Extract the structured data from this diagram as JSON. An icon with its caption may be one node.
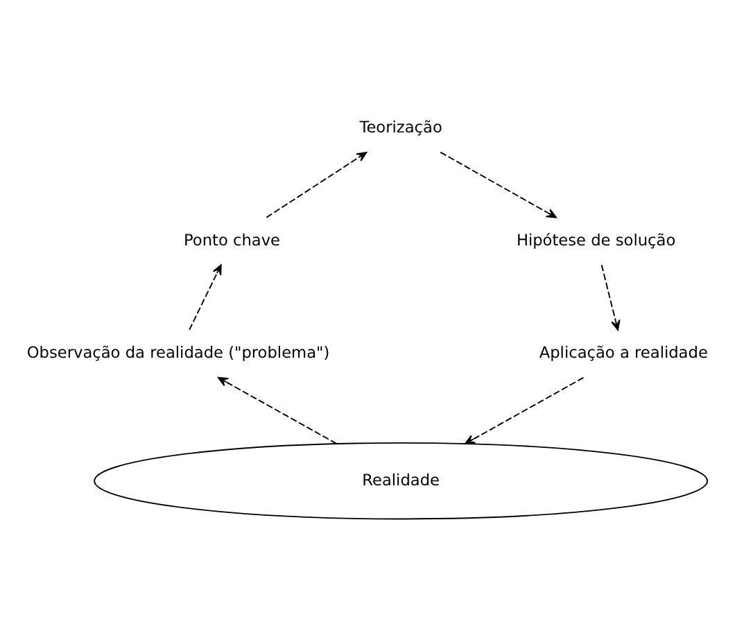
{
  "diagram": {
    "nodes": [
      {
        "text": [
          "Realidade"
        ]
      },
      {
        "text": [
          "Observação da realidade (\"problema\")"
        ]
      },
      {
        "text": [
          "Ponto chave"
        ]
      },
      {
        "text": [
          "Teorização"
        ]
      },
      {
        "text": [
          "Hipótese de solução"
        ]
      },
      {
        "text": [
          "Aplicação a realidade"
        ]
      }
    ],
    "edges": [
      {
        "from": 0,
        "to": 1,
        "arrow": "to",
        "style": "dashed"
      },
      {
        "from": 1,
        "to": 2,
        "arrow": "to",
        "style": "dashed"
      },
      {
        "from": 2,
        "to": 3,
        "arrow": "to",
        "style": "dashed"
      },
      {
        "from": 3,
        "to": 4,
        "arrow": "to",
        "style": "dashed"
      },
      {
        "from": 4,
        "to": 5,
        "arrow": "to",
        "style": "dashed"
      },
      {
        "from": 5,
        "to": 0,
        "arrow": "to",
        "style": "dashed"
      }
    ]
  }
}
